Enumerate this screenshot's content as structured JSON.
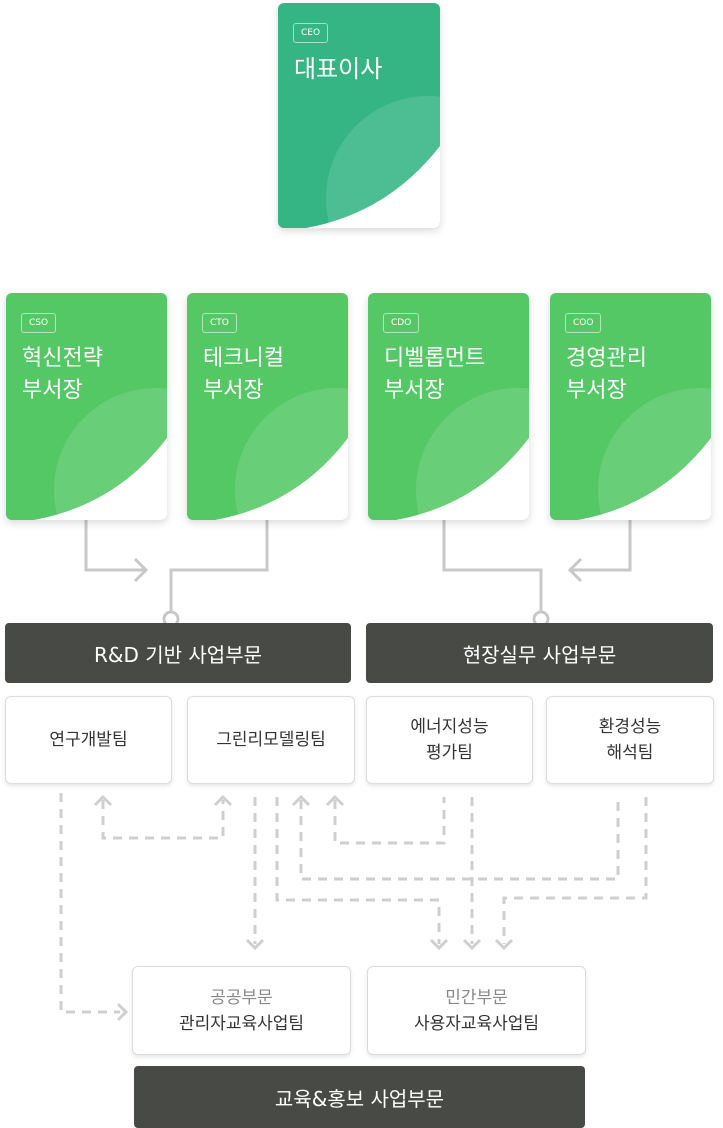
{
  "ceo": {
    "tag": "CEO",
    "title": "대표이사",
    "color": "#35b584"
  },
  "execs": [
    {
      "tag": "CSO",
      "title": "혁신전략\n부서장"
    },
    {
      "tag": "CTO",
      "title": "테크니컬\n부서장"
    },
    {
      "tag": "CDO",
      "title": "디벨롭먼트\n부서장"
    },
    {
      "tag": "COO",
      "title": "경영관리\n부서장"
    }
  ],
  "exec_color": "#55c866",
  "divisions": {
    "rnd": "R&D 기반 사업부문",
    "field": "현장실무 사업부문",
    "edu": "교육&홍보 사업부문"
  },
  "teams": [
    "연구개발팀",
    "그린리모델링팀",
    "에너지성능\n평가팀",
    "환경성능\n해석팀"
  ],
  "edu_teams": [
    {
      "sub": "공공부문",
      "name": "관리자교육사업팀"
    },
    {
      "sub": "민간부문",
      "name": "사용자교육사업팀"
    }
  ]
}
